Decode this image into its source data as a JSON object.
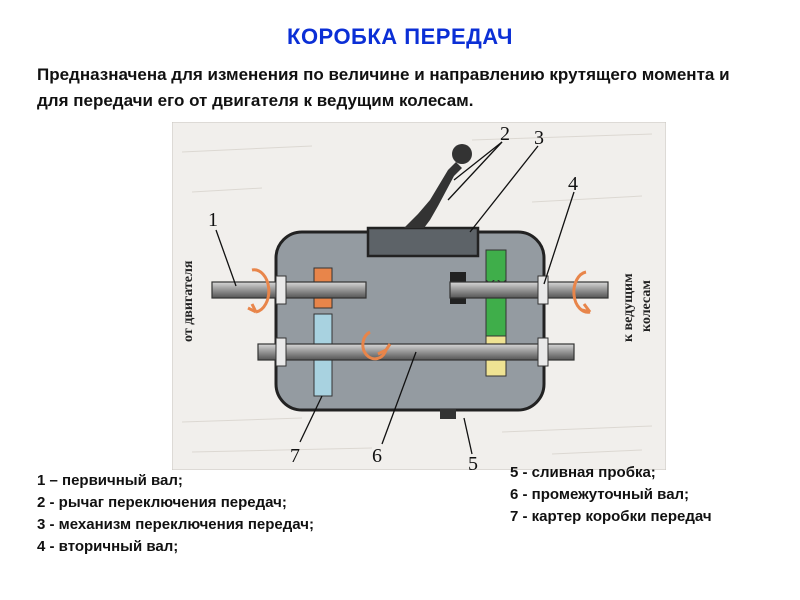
{
  "title": "КОРОБКА ПЕРЕДАЧ",
  "intro": "Предназначена для изменения по величине и направлению крутящего момента и для передачи его от двигателя к ведущим колесам.",
  "diagram": {
    "left_side_label": "от двигателя",
    "right_side_label_1": "к ведущим",
    "right_side_label_2": "колесам",
    "callouts": [
      "1",
      "2",
      "3",
      "4",
      "5",
      "6",
      "7"
    ],
    "colors": {
      "housing": "#949ba1",
      "orange_gear": "#e8854a",
      "blue_gear": "#a8d2e0",
      "green_gear": "#3fae4a",
      "yellow_gear": "#efe393",
      "arrow": "#e8854a",
      "shaft": "#8c8c8c"
    }
  },
  "legend_left": [
    "1 – первичный  вал;",
    "2 - рычаг  переключения передач;",
    "3 - механизм переключения передач;",
    "4 - вторичный вал;"
  ],
  "legend_right": [
    "5 - сливная пробка;",
    "6 - промежуточный вал;",
    "7 - картер коробки передач"
  ]
}
